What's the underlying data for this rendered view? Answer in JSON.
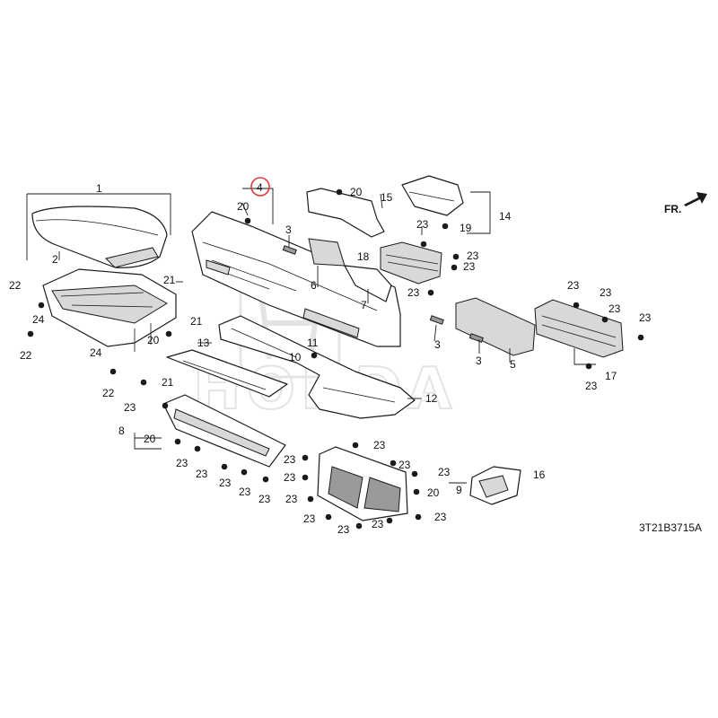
{
  "diagram_code": "3T21B3715A",
  "front_arrow_label": "FR.",
  "watermark_text": "HONDA",
  "highlight_color": "#e03a3a",
  "selected_callout": "4",
  "callouts": {
    "c1": "1",
    "c2": "2",
    "c3a": "3",
    "c3b": "3",
    "c3c": "3",
    "c4": "4",
    "c5": "5",
    "c6": "6",
    "c7": "7",
    "c8": "8",
    "c9": "9",
    "c10": "10",
    "c11": "11",
    "c12": "12",
    "c13": "13",
    "c14": "14",
    "c15": "15",
    "c16": "16",
    "c17": "17",
    "c18": "18",
    "c19": "19",
    "c20a": "20",
    "c20b": "20",
    "c20c": "20",
    "c20d": "20",
    "c20e": "20",
    "c21a": "21",
    "c21b": "21",
    "c21c": "21",
    "c22a": "22",
    "c22b": "22",
    "c22c": "22",
    "c23": "23",
    "c24a": "24",
    "c24b": "24"
  }
}
